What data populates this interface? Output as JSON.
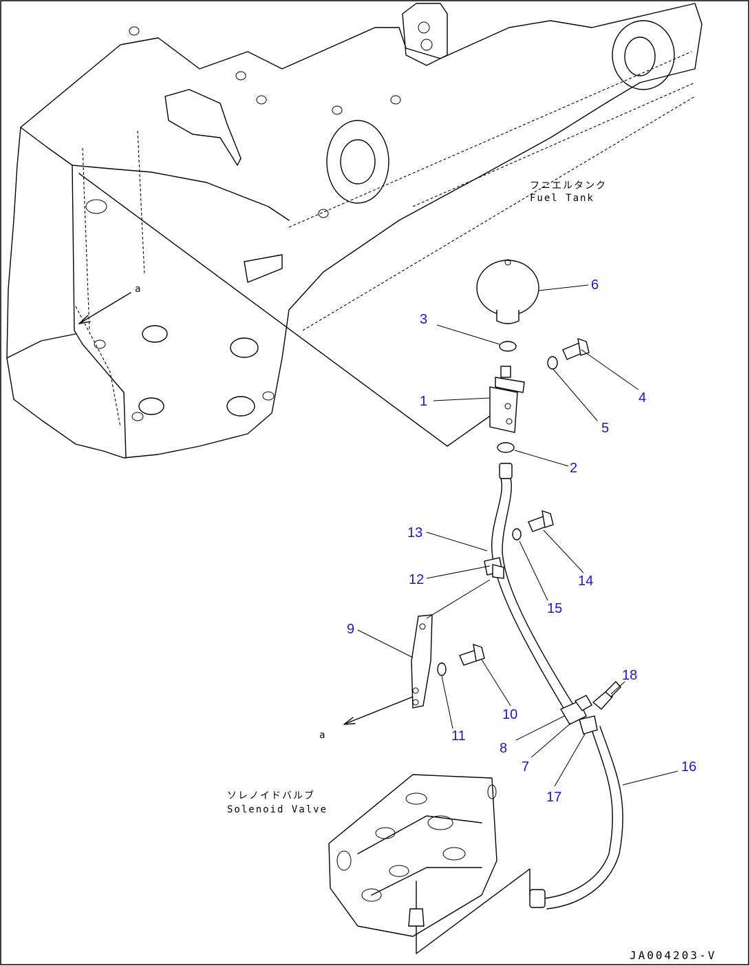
{
  "labels": {
    "fuel_tank_jp": "フニエルタンク",
    "fuel_tank_en": "Fuel Tank",
    "solenoid_valve_jp": "ソレノイドバルブ",
    "solenoid_valve_en": "Solenoid Valve",
    "view_a_top": "a",
    "view_a_bottom": "a",
    "drawing_code": "JA004203-V"
  },
  "callouts": {
    "p1": "1",
    "p2": "2",
    "p3": "3",
    "p4": "4",
    "p5": "5",
    "p6": "6",
    "p7": "7",
    "p8": "8",
    "p9": "9",
    "p10": "10",
    "p11": "11",
    "p12": "12",
    "p13": "13",
    "p14": "14",
    "p15": "15",
    "p16": "16",
    "p17": "17",
    "p18": "18"
  },
  "colors": {
    "callout": "#1a17c9",
    "line": "#000000"
  }
}
